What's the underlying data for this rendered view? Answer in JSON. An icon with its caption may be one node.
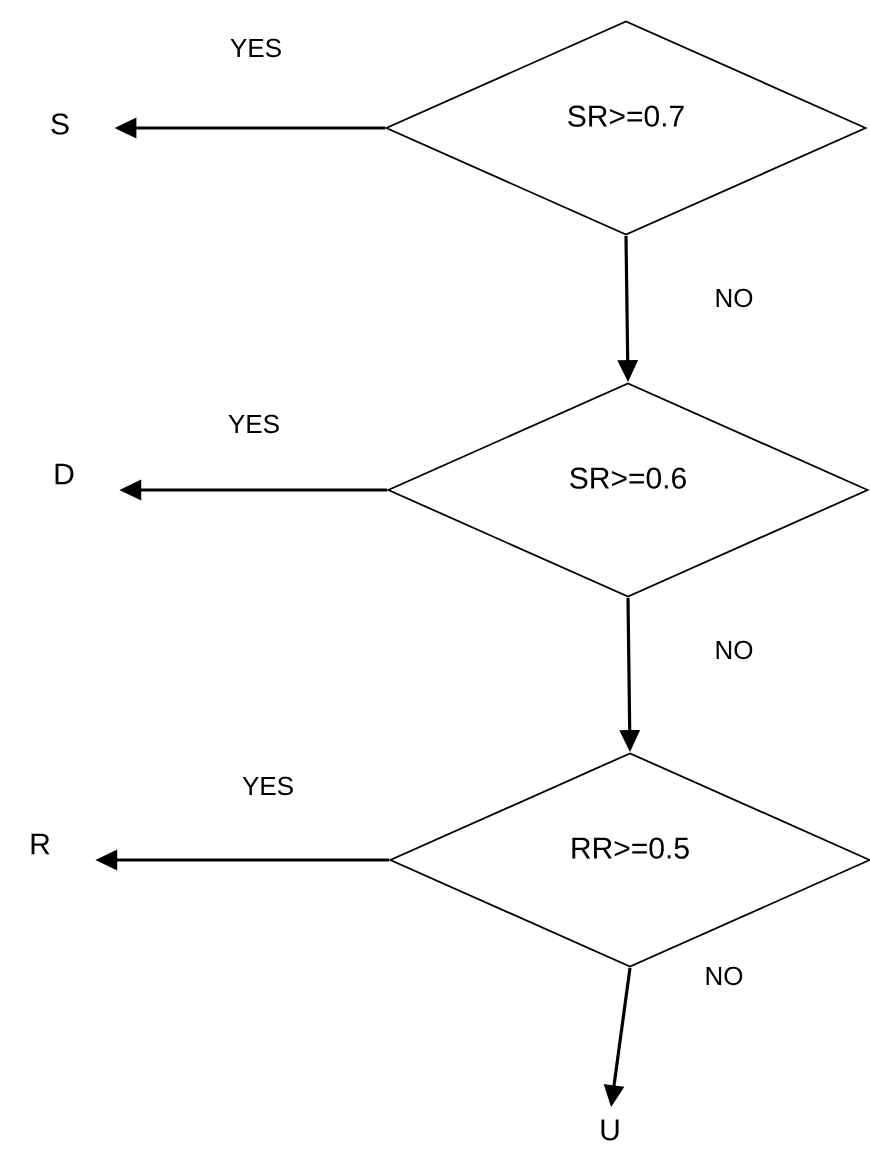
{
  "diagram": {
    "nodes": [
      {
        "text": [
          "SR>=0.7"
        ]
      },
      {
        "text": [
          "S"
        ]
      },
      {
        "text": [
          "SR>=0.6"
        ]
      },
      {
        "text": [
          "D"
        ]
      },
      {
        "text": [
          "RR>=0.5"
        ]
      },
      {
        "text": [
          "R"
        ]
      },
      {
        "text": [
          "U"
        ]
      }
    ],
    "edges": [
      {
        "from": 0,
        "to": 1,
        "arrow": "to",
        "label": "YES"
      },
      {
        "from": 0,
        "to": 2,
        "arrow": "to",
        "label": "NO"
      },
      {
        "from": 2,
        "to": 3,
        "arrow": "to",
        "label": "YES"
      },
      {
        "from": 2,
        "to": 4,
        "arrow": "to",
        "label": "NO"
      },
      {
        "from": 4,
        "to": 5,
        "arrow": "to",
        "label": "YES"
      },
      {
        "from": 4,
        "to": 6,
        "arrow": "to",
        "label": "NO"
      }
    ]
  }
}
